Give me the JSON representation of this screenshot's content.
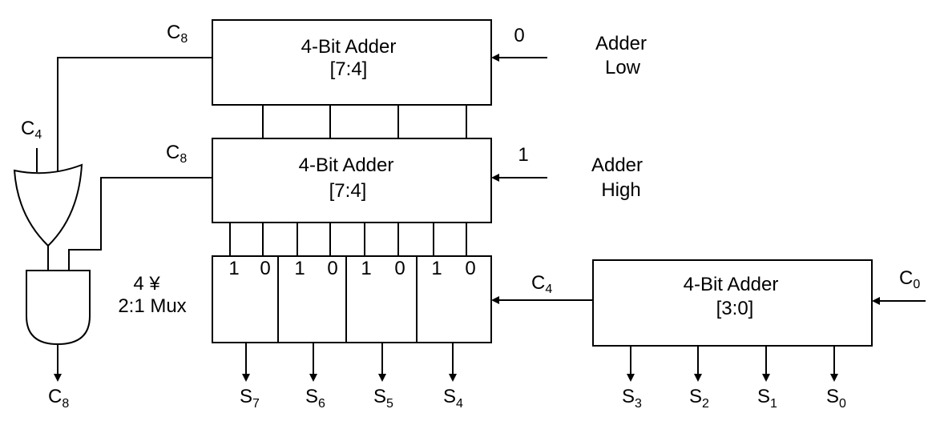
{
  "adder_low": {
    "line1": "4-Bit Adder",
    "line2": "[7:4]",
    "carry_in": "0",
    "side_label_1": "Adder",
    "side_label_2": "Low",
    "carry_out": "C",
    "carry_out_sub": "8"
  },
  "adder_high": {
    "line1": "4-Bit Adder",
    "line2": "[7:4]",
    "carry_in": "1",
    "side_label_1": "Adder",
    "side_label_2": "High",
    "carry_out": "C",
    "carry_out_sub": "8"
  },
  "adder_lsb": {
    "line1": "4-Bit Adder",
    "line2": "[3:0]",
    "carry_in": "C",
    "carry_in_sub": "0",
    "carry_out": "C",
    "carry_out_sub": "4"
  },
  "mux": {
    "label_line1": "4 ¥",
    "label_line2": "2:1 Mux",
    "inputs": [
      "1",
      "0",
      "1",
      "0",
      "1",
      "0",
      "1",
      "0"
    ]
  },
  "gates": {
    "c4_label": "C",
    "c4_sub": "4",
    "final_out": "C",
    "final_out_sub": "8"
  },
  "outputs_upper": [
    {
      "name": "S",
      "sub": "7"
    },
    {
      "name": "S",
      "sub": "6"
    },
    {
      "name": "S",
      "sub": "5"
    },
    {
      "name": "S",
      "sub": "4"
    }
  ],
  "outputs_lower": [
    {
      "name": "S",
      "sub": "3"
    },
    {
      "name": "S",
      "sub": "2"
    },
    {
      "name": "S",
      "sub": "1"
    },
    {
      "name": "S",
      "sub": "0"
    }
  ]
}
